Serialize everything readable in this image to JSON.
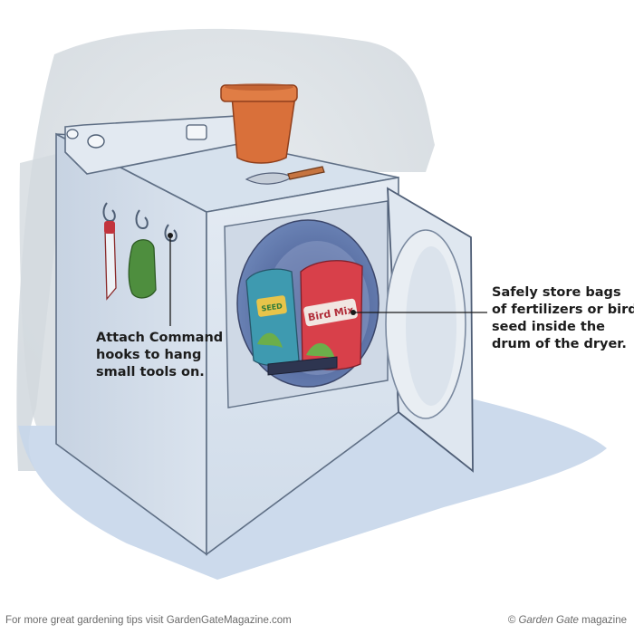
{
  "callouts": {
    "hooks": {
      "lines": [
        "Attach Command",
        "hooks to hang",
        "small tools on."
      ]
    },
    "bags": {
      "lines": [
        "Safely store bags",
        "of fertilizers or bird",
        "seed inside the",
        "drum of the dryer."
      ]
    }
  },
  "bag_labels": {
    "left": "SEED",
    "right": "Bird Mix"
  },
  "footer": {
    "left": "For more great gardening tips visit GardenGateMagazine.com",
    "right_brand": "© Garden Gate",
    "right_suffix": " magazine"
  },
  "colors": {
    "wall": "#e3e8ec",
    "floor": "#c9d8ec",
    "dryer_body": "#dbe4ef",
    "dryer_outline": "#5f6f85",
    "pot": "#d9703a",
    "bag_red": "#d8404a",
    "bag_teal": "#3e9ab0"
  }
}
